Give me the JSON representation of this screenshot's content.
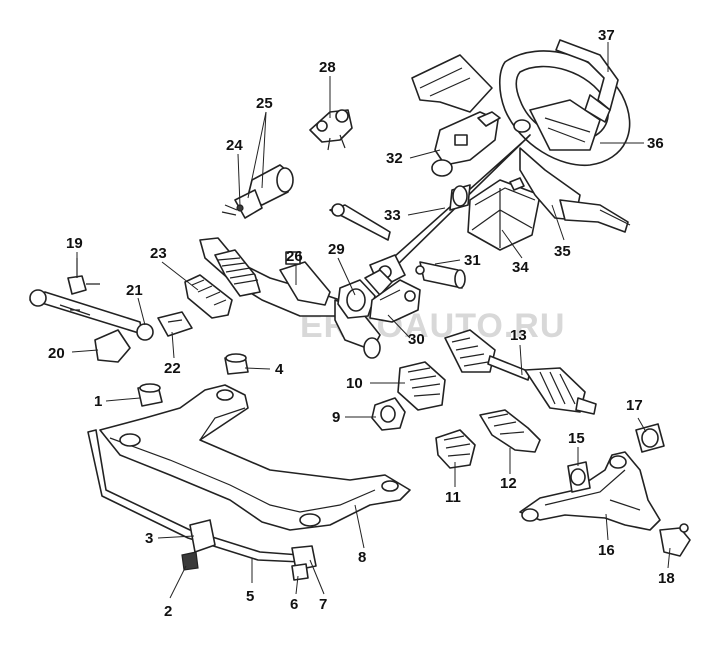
{
  "watermark": "ERGOAUTO.RU",
  "labels": [
    {
      "id": "1",
      "text": "1"
    },
    {
      "id": "2",
      "text": "2"
    },
    {
      "id": "3",
      "text": "3"
    },
    {
      "id": "4",
      "text": "4"
    },
    {
      "id": "5",
      "text": "5"
    },
    {
      "id": "6",
      "text": "6"
    },
    {
      "id": "7",
      "text": "7"
    },
    {
      "id": "8",
      "text": "8"
    },
    {
      "id": "9",
      "text": "9"
    },
    {
      "id": "10",
      "text": "10"
    },
    {
      "id": "11",
      "text": "11"
    },
    {
      "id": "12",
      "text": "12"
    },
    {
      "id": "13",
      "text": "13"
    },
    {
      "id": "15",
      "text": "15"
    },
    {
      "id": "16",
      "text": "16"
    },
    {
      "id": "17",
      "text": "17"
    },
    {
      "id": "18",
      "text": "18"
    },
    {
      "id": "19",
      "text": "19"
    },
    {
      "id": "20",
      "text": "20"
    },
    {
      "id": "21",
      "text": "21"
    },
    {
      "id": "22",
      "text": "22"
    },
    {
      "id": "23",
      "text": "23"
    },
    {
      "id": "24",
      "text": "24"
    },
    {
      "id": "25",
      "text": "25"
    },
    {
      "id": "26",
      "text": "26"
    },
    {
      "id": "28",
      "text": "28"
    },
    {
      "id": "29",
      "text": "29"
    },
    {
      "id": "30",
      "text": "30"
    },
    {
      "id": "31",
      "text": "31"
    },
    {
      "id": "32",
      "text": "32"
    },
    {
      "id": "33",
      "text": "33"
    },
    {
      "id": "34",
      "text": "34"
    },
    {
      "id": "35",
      "text": "35"
    },
    {
      "id": "36",
      "text": "36"
    },
    {
      "id": "37",
      "text": "37"
    }
  ]
}
